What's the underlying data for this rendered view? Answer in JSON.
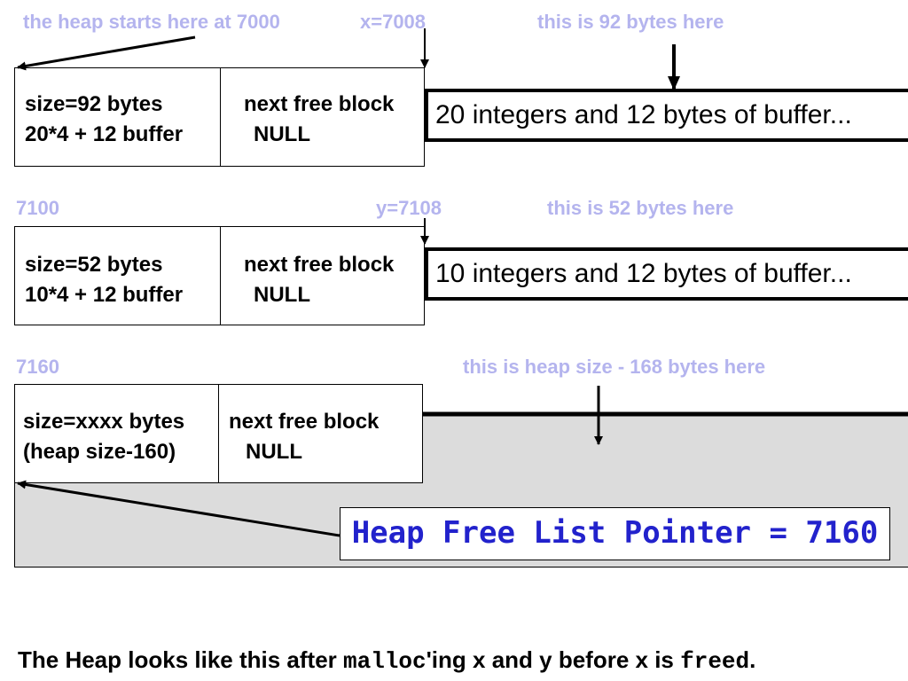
{
  "colors": {
    "annotation": "#b4b4ee",
    "free_fill": "#dcdcdc",
    "pointer_text": "#2222cc"
  },
  "blocks": [
    {
      "addr_note": "the heap starts here at 7000",
      "var_note": "x=7008",
      "bytes_note": "this is 92 bytes here",
      "size_line1": "size=92 bytes",
      "size_line2": "20*4 + 12 buffer",
      "next_line1": "next free block",
      "next_line2": "NULL",
      "payload": "20 integers and 12 bytes of buffer..."
    },
    {
      "addr_note": "7100",
      "var_note": "y=7108",
      "bytes_note": "this is 52 bytes here",
      "size_line1": "size=52 bytes",
      "size_line2": "10*4 + 12 buffer",
      "next_line1": "next free block",
      "next_line2": "NULL",
      "payload": "10 integers and 12 bytes of buffer..."
    },
    {
      "addr_note": "7160",
      "bytes_note": "this is heap size - 168 bytes here",
      "size_line1": "size=xxxx bytes",
      "size_line2": "(heap size-160)",
      "next_line1": "next free block",
      "next_line2": "NULL"
    }
  ],
  "free_list_pointer": "Heap Free List Pointer = 7160",
  "caption": {
    "part1": "The Heap looks like this after ",
    "code1": "malloc",
    "part2": "'ing x and y before x is ",
    "code2": "freed",
    "part3": "."
  }
}
